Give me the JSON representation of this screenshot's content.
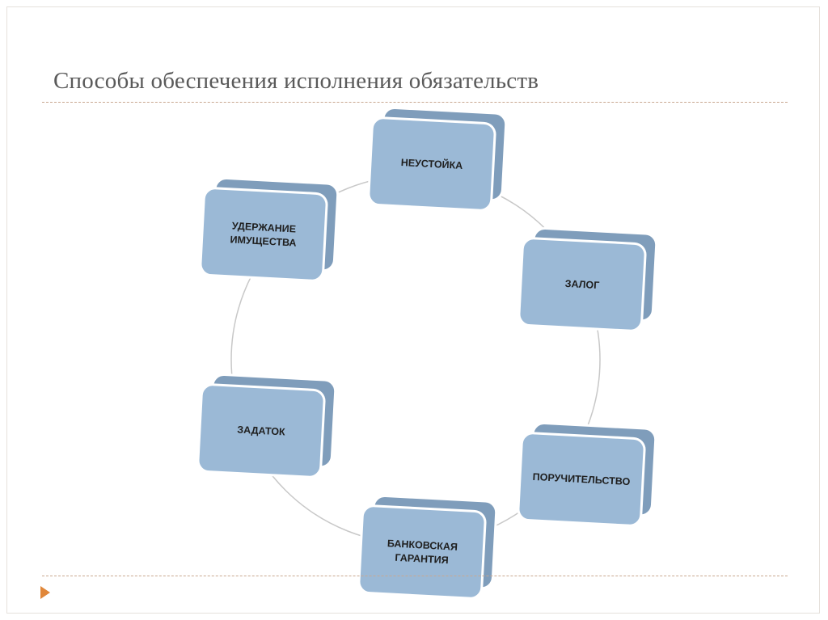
{
  "slide": {
    "title": "Способы обеспечения исполнения обязательств"
  },
  "diagram": {
    "nodes": [
      {
        "id": "neustoyka",
        "lines": [
          "НЕУСТОЙКА"
        ]
      },
      {
        "id": "zalog",
        "lines": [
          "ЗАЛОГ"
        ]
      },
      {
        "id": "poruchitelstvo",
        "lines": [
          "ПОРУЧИТЕЛЬСТВО"
        ]
      },
      {
        "id": "bankovskaya-garantiya",
        "lines": [
          "БАНКОВСКАЯ",
          "ГАРАНТИЯ"
        ]
      },
      {
        "id": "zadatok",
        "lines": [
          "ЗАДАТОК"
        ]
      },
      {
        "id": "uderzhanie-imushchestva",
        "lines": [
          "УДЕРЖАНИЕ",
          "ИМУЩЕСТВА"
        ]
      }
    ],
    "colors": {
      "box_fill": "#9bb9d6",
      "box_side": "#7f9dbb",
      "box_stroke": "#ffffff",
      "ring": "#c8c8c8"
    }
  }
}
